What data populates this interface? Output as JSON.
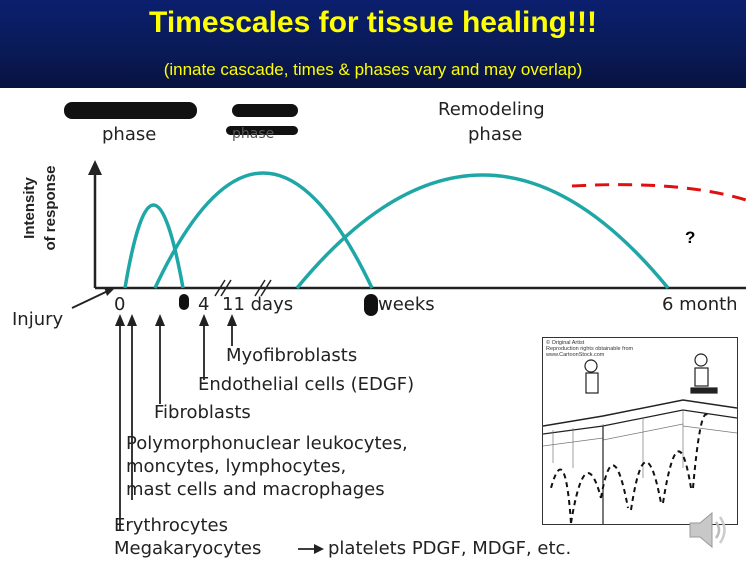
{
  "slide": {
    "title": "Timescales for tissue healing!!!",
    "subtitle": "(innate cascade, times & phases vary and may overlap)"
  },
  "diagram": {
    "phase_labels": {
      "first_phase_word": "phase",
      "second_phase_word": "phase",
      "remodeling_line1": "Remodeling",
      "remodeling_line2": "phase"
    },
    "y_axis_label_line1": "Intensity",
    "y_axis_label_line2": "of response",
    "question_mark": "?",
    "injury_label": "Injury",
    "time_labels": {
      "zero": "0",
      "four": "4",
      "eleven_days": "11 days",
      "weeks": "weeks",
      "six_months": "6 month"
    },
    "cells": {
      "myofibroblasts": "Myofibroblasts",
      "endothelial": "Endothelial cells (EDGF)",
      "fibroblasts": "Fibroblasts",
      "pmn_line1": "Polymorphonuclear leukocytes,",
      "pmn_line2": "moncytes, lymphocytes,",
      "pmn_line3": "mast cells and macrophages",
      "ery_line1": "Erythrocytes",
      "ery_line2_a": "Megakaryocytes",
      "ery_line2_b": "platelets PDGF, MDGF, etc."
    },
    "colors": {
      "arc": "#1fa6a6",
      "axis": "#222222",
      "dashed": "#e01010",
      "title": "#ffff00",
      "header_bg": "#0a1a56"
    }
  },
  "cartoon": {
    "credit_line1": "© Original Artist",
    "credit_line2": "Reproduction rights obtainable from",
    "credit_line3": "www.CartoonStock.com"
  },
  "icons": {
    "speaker": "speaker-icon"
  }
}
